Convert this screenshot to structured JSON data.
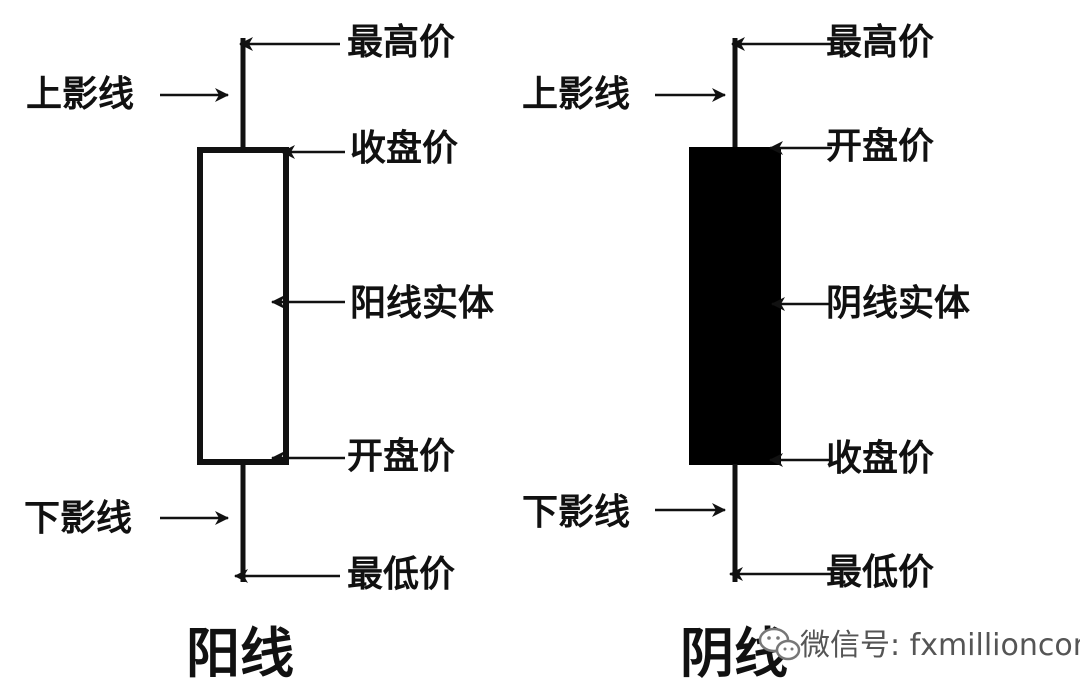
{
  "yang_candle": {
    "caption": "阳线",
    "labels": {
      "high": "最高价",
      "upper_shadow": "上影线",
      "close": "收盘价",
      "body": "阳线实体",
      "open": "开盘价",
      "lower_shadow": "下影线",
      "low": "最低价"
    },
    "body_fill": "#ffffff"
  },
  "yin_candle": {
    "caption": "阴线",
    "labels": {
      "high": "最高价",
      "upper_shadow": "上影线",
      "open": "开盘价",
      "body": "阴线实体",
      "close": "收盘价",
      "lower_shadow": "下影线",
      "low": "最低价"
    },
    "body_fill": "#000000"
  },
  "watermark": {
    "icon": "wechat-icon",
    "text": "微信号: fxmillioncom"
  },
  "colors": {
    "ink": "#111111",
    "background": "#ffffff"
  }
}
